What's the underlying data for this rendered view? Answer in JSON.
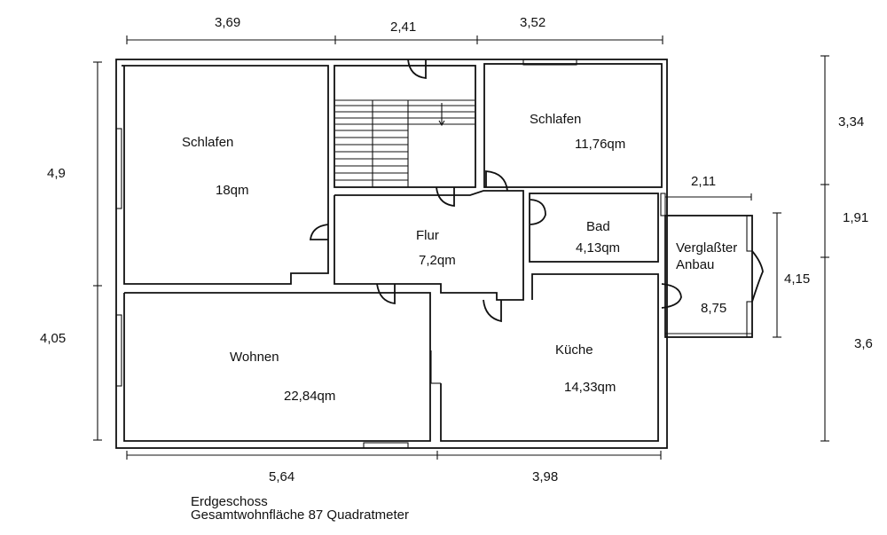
{
  "rooms": {
    "schlafen_left": {
      "name": "Schlafen",
      "area": "18qm"
    },
    "schlafen_right": {
      "name": "Schlafen",
      "area": "11,76qm"
    },
    "flur": {
      "name": "Flur",
      "area": "7,2qm"
    },
    "bad": {
      "name": "Bad",
      "area": "4,13qm"
    },
    "anbau": {
      "name_line1": "Verglaßter",
      "name_line2": "Anbau",
      "area": "8,75"
    },
    "wohnen": {
      "name": "Wohnen",
      "area": "22,84qm"
    },
    "kueche": {
      "name": "Küche",
      "area": "14,33qm"
    }
  },
  "dimensions": {
    "top": [
      "3,69",
      "2,41",
      "3,52"
    ],
    "left": [
      "4,9",
      "4,05"
    ],
    "bottom": [
      "5,64",
      "3,98"
    ],
    "right": [
      "3,34",
      "1,91",
      "3,6"
    ],
    "anbau_width": "2,11",
    "anbau_height": "4,15"
  },
  "caption": {
    "floor": "Erdgeschoss",
    "total": "Gesamtwohnfläche 87 Quadratmeter"
  }
}
